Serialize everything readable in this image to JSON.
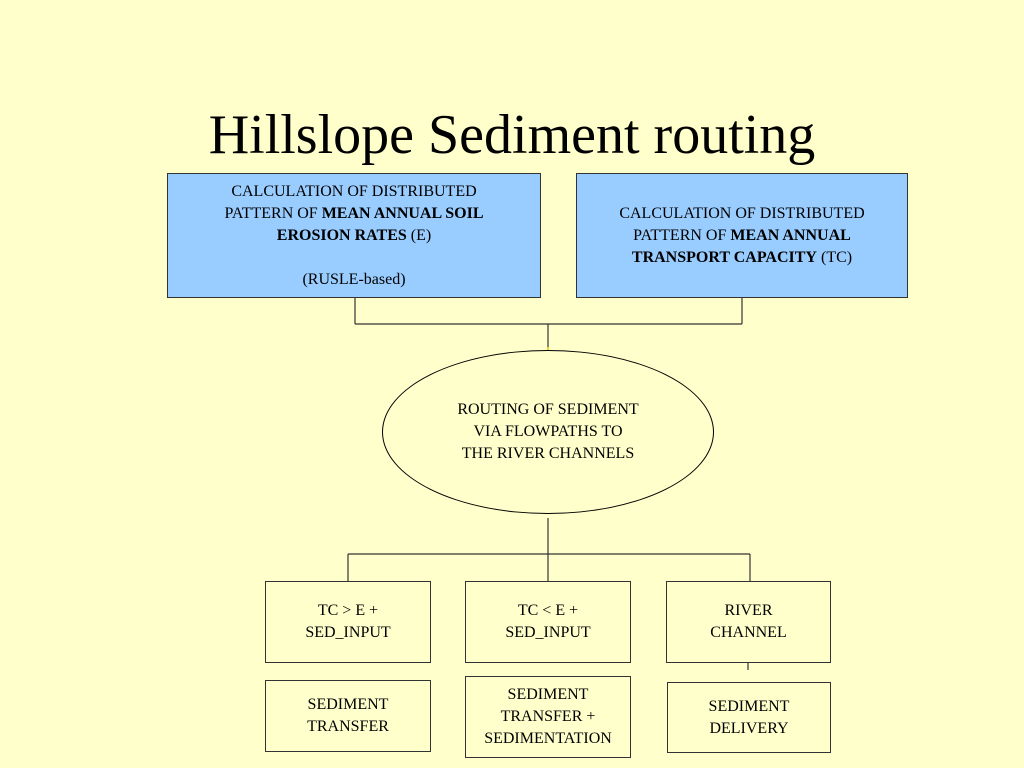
{
  "title": "Hillslope Sediment routing",
  "box_erosion": {
    "line1": "CALCULATION OF DISTRIBUTED",
    "line2_pre": "PATTERN OF ",
    "line2_bold": "MEAN ANNUAL SOIL",
    "line3_bold": "EROSION RATES",
    "line3_post": " (E)",
    "line4": "(RUSLE-based)"
  },
  "box_transport": {
    "line1": "CALCULATION OF DISTRIBUTED",
    "line2_pre": "PATTERN OF ",
    "line2_bold": "MEAN ANNUAL",
    "line3_bold": "TRANSPORT CAPACITY",
    "line3_post": " (TC)"
  },
  "routing": {
    "line1": "ROUTING OF SEDIMENT",
    "line2": "VIA FLOWPATHS TO",
    "line3": "THE RIVER CHANNELS"
  },
  "conditions": [
    {
      "line1": "TC > E +",
      "line2": "SED_INPUT"
    },
    {
      "line1": "TC < E +",
      "line2": "SED_INPUT"
    },
    {
      "line1": "RIVER",
      "line2": "CHANNEL"
    }
  ],
  "outcomes": [
    {
      "line1": "SEDIMENT",
      "line2": "TRANSFER"
    },
    {
      "line1": "SEDIMENT",
      "line2": "TRANSFER +",
      "line3": "SEDIMENTATION"
    },
    {
      "line1": "SEDIMENT",
      "line2": "DELIVERY"
    }
  ],
  "colors": {
    "background": "#ffffcc",
    "top_box_fill": "#99ccff",
    "marker": "#ffcc00"
  }
}
